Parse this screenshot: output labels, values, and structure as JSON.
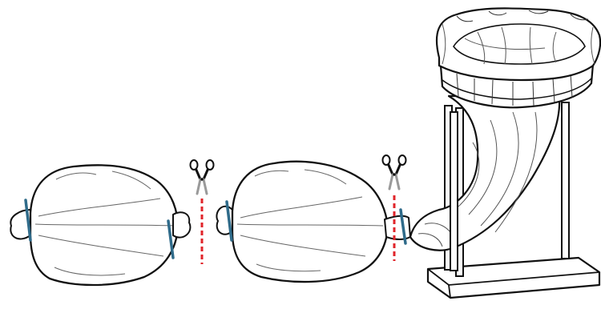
{
  "diagram": {
    "kind": "illustration",
    "caption": "",
    "colors": {
      "outline": "#111111",
      "fabric": "#ffffff",
      "fold": "#555555",
      "tie": "#2f6b8a",
      "cut_line": "#e0242a",
      "scissors": "#9a9a9a",
      "stand": "#ffffff"
    },
    "elements": [
      {
        "id": "bag-1",
        "label": "",
        "icon": "tied-sausage-bag"
      },
      {
        "id": "cut-1",
        "label": "",
        "icon": "scissors-cut-line"
      },
      {
        "id": "bag-2",
        "label": "",
        "icon": "tied-sausage-bag"
      },
      {
        "id": "cut-2",
        "label": "",
        "icon": "scissors-cut-line"
      },
      {
        "id": "stand",
        "label": "",
        "icon": "filter-bag-on-stand"
      }
    ]
  }
}
